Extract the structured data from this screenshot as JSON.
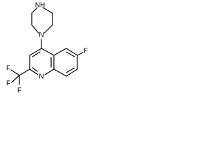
{
  "molecule": {
    "atoms": {
      "piperazine_nh": "NH",
      "piperazine_n": "N",
      "fluoro": "F",
      "quinoline_n": "N",
      "cf3_f1": "F",
      "cf3_f2": "F",
      "cf3_f3": "F"
    }
  }
}
